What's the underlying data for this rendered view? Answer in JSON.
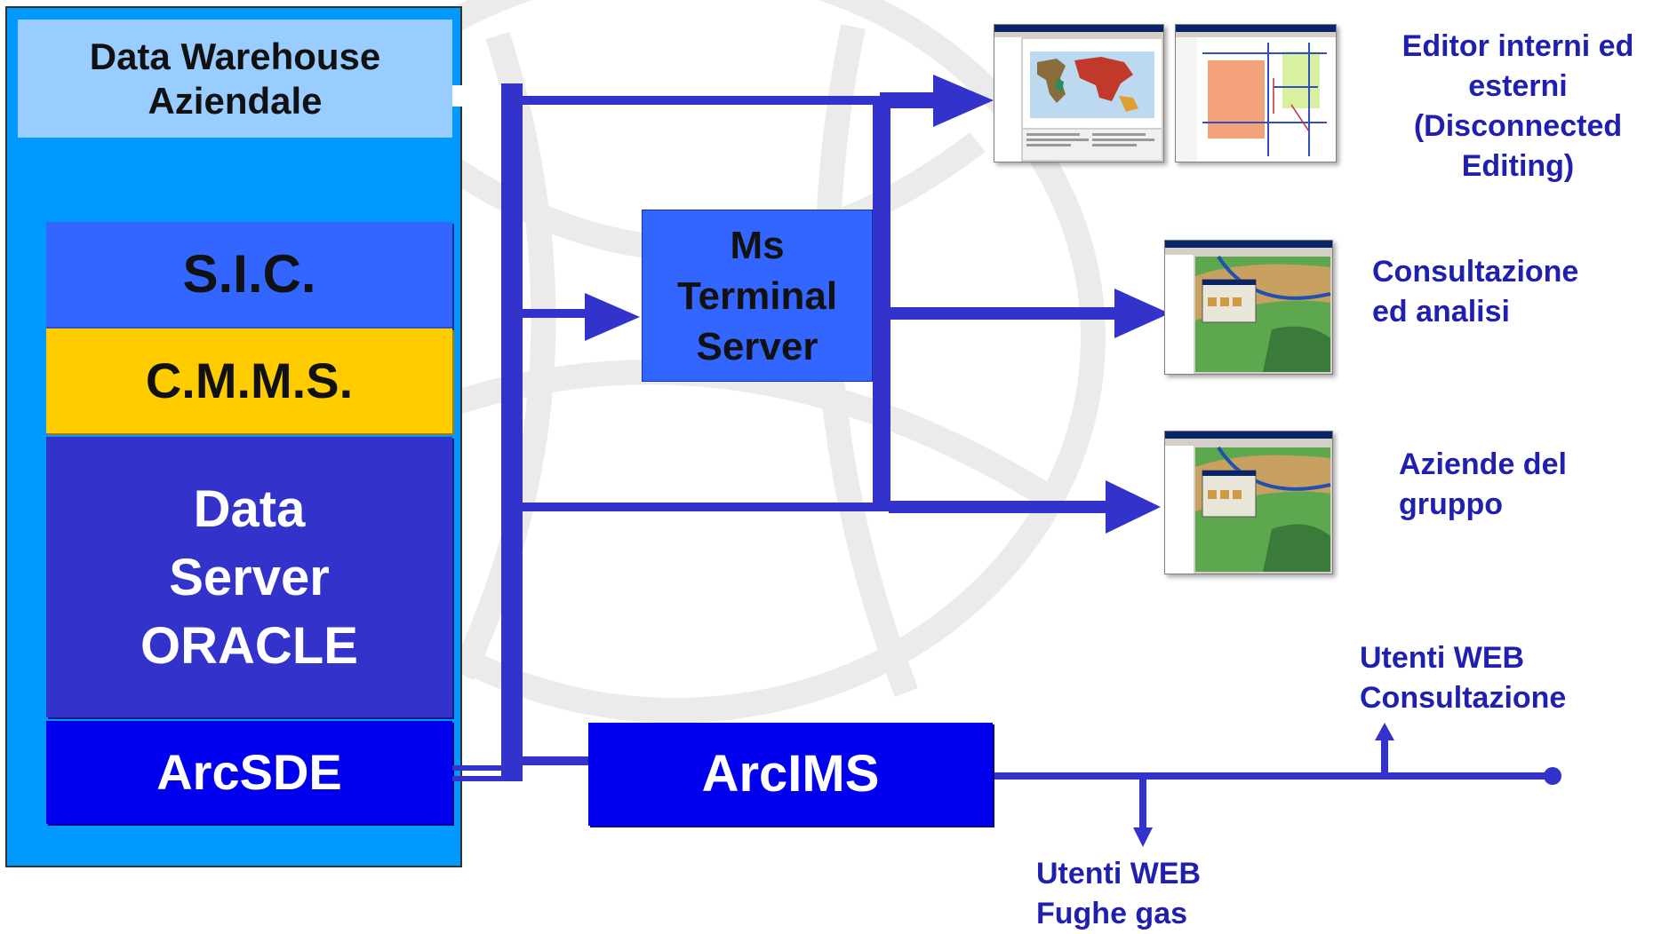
{
  "data_stack": {
    "warehouse": [
      "Data Warehouse",
      "Aziendale"
    ],
    "sic": "S.I.C.",
    "cmms": "C.M.M.S.",
    "data_server": [
      "Data",
      "Server",
      "ORACLE"
    ],
    "arcsde": "ArcSDE"
  },
  "terminal_server": [
    "Ms",
    "Terminal",
    "Server"
  ],
  "arcims": "ArcIMS",
  "clients": {
    "editor": "Editor interni ed\nesterni\n(Disconnected\nEditing)",
    "consultazione": "Consultazione\ned analisi",
    "aziende": "Aziende del\ngruppo"
  },
  "web_users": {
    "consultazione": "Utenti WEB\nConsultazione",
    "fughe_gas": "Utenti WEB\nFughe gas"
  },
  "colors": {
    "outer_panel": "#0099ff",
    "warehouse": "#99ccff",
    "sic": "#3366ff",
    "cmms": "#ffcc00",
    "data_server": "#3333cc",
    "arcsde": "#0000ee",
    "connector": "#3333cc",
    "label_text": "#1f1fb0"
  }
}
